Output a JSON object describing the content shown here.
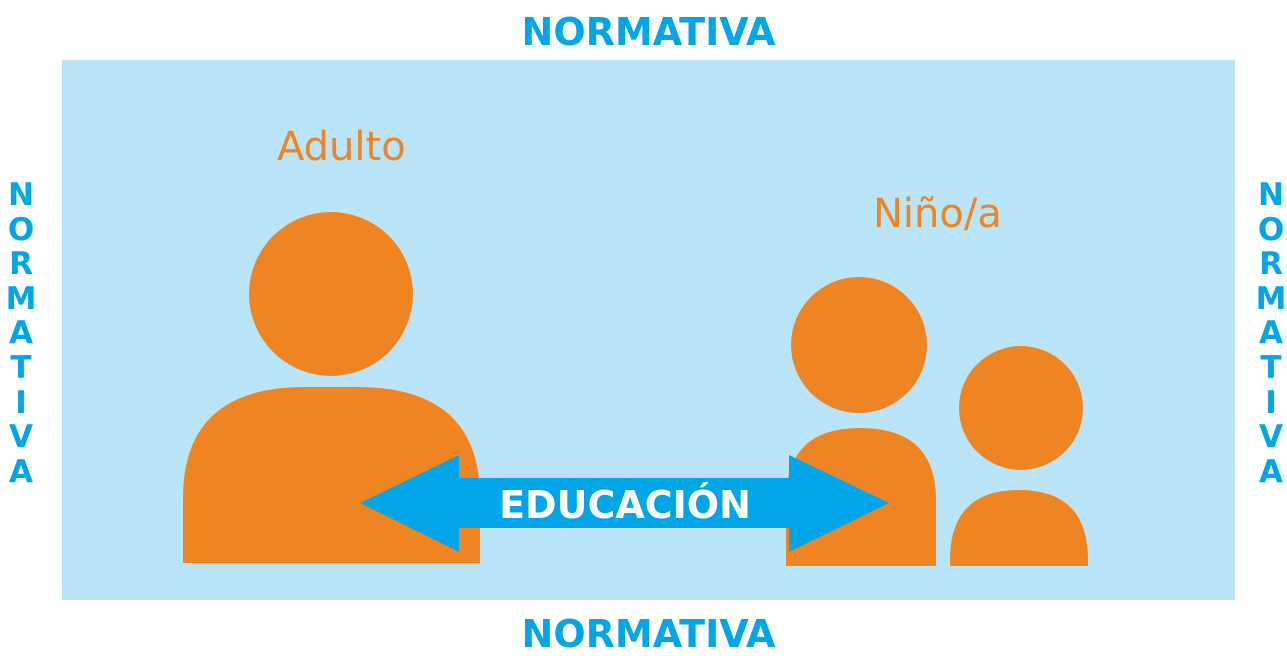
{
  "frame": {
    "top_label": "NORMATIVA",
    "bottom_label": "NORMATIVA",
    "left_label": "NORMATIVA",
    "right_label": "NORMATIVA"
  },
  "figures": {
    "adult_label": "Adulto",
    "child_label": "Niño/a",
    "arrow_label": "EDUCACIÓN"
  },
  "colors": {
    "frame_text": "#00a6e8",
    "panel_background": "#bae5f8",
    "figure_fill": "#ee8522",
    "arrow_fill": "#00a6e8",
    "arrow_text": "#ffffff"
  }
}
